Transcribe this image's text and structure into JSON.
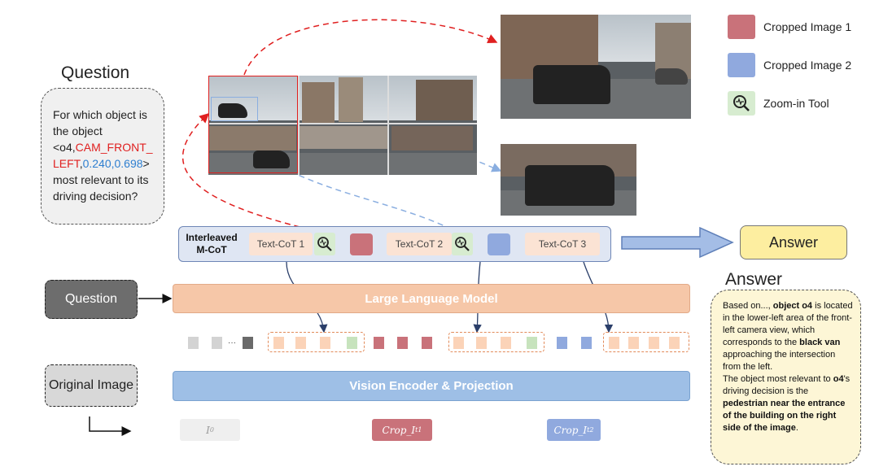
{
  "question": {
    "title": "Question",
    "text_1": "For which object is the object <o4,",
    "text_cam": "CAM_FRONT_ LEFT",
    "text_comma": ",",
    "text_coords": "0.240,0.698",
    "text_2": "> most relevant to its driving decision?"
  },
  "legend": {
    "items": [
      {
        "label": "Cropped Image 1",
        "color": "#c9727a"
      },
      {
        "label": "Cropped Image 2",
        "color": "#90a9de"
      },
      {
        "label": "Zoom-in Tool",
        "icon": "zoom-in-icon",
        "color": "#d7ecd0"
      }
    ]
  },
  "mcot": {
    "label": "Interleaved M-CoT",
    "steps": [
      "Text-CoT 1",
      "Text-CoT 2",
      "Text-CoT 3"
    ]
  },
  "answer_button": "Answer",
  "answer": {
    "title": "Answer",
    "p1_a": "Based on..., ",
    "p1_b": "object o4",
    "p1_c": " is located in the lower-left area of the front-left camera view, which corresponds to the ",
    "p1_d": "black van",
    "p1_e": " approaching the intersection from the left.",
    "p2_a": "The object most relevant to ",
    "p2_b": "o4",
    "p2_c": "'s driving decision is the ",
    "p2_d": "pedestrian near the entrance of the building on the right side of the image",
    "p2_e": "."
  },
  "side": {
    "question": "Question",
    "original_image": "Original Image"
  },
  "llm_label": "Large Language Model",
  "vision_label": "Vision Encoder & Projection",
  "image_labels": {
    "i0": "I",
    "i0_sub": "0",
    "crop1": "Crop_I",
    "crop1_sub": "t1",
    "crop2": "Crop_I",
    "crop2_sub": "t2"
  },
  "ellipsis": "···",
  "colors": {
    "crop1": "#c9727a",
    "crop2": "#90a9de",
    "zoom": "#d7ecd0",
    "text_token": "#fbd3b8",
    "gray_token": "#d3d3d3",
    "dark_token": "#6a6a6a",
    "red_dash": "#e02020",
    "blue_dash": "#8aaee0"
  }
}
